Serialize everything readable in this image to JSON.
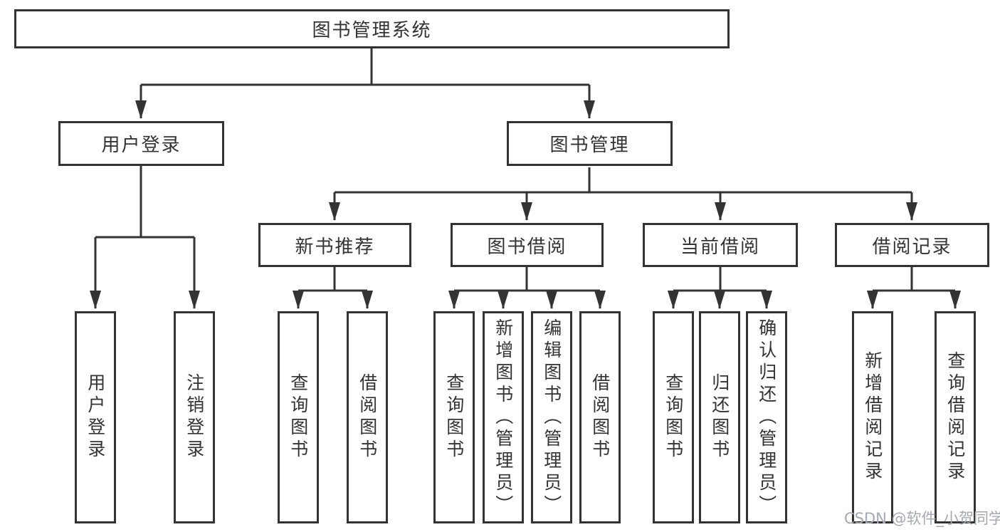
{
  "diagram": {
    "tree": {
      "root": {
        "label": "图书管理系统"
      },
      "branches": [
        {
          "label": "用户登录",
          "children": [
            {
              "label": "用户登录"
            },
            {
              "label": "注销登录"
            }
          ]
        },
        {
          "label": "图书管理",
          "children": [
            {
              "label": "新书推荐",
              "children": [
                {
                  "label": "查询图书"
                },
                {
                  "label": "借阅图书"
                }
              ]
            },
            {
              "label": "图书借阅",
              "children": [
                {
                  "label": "查询图书"
                },
                {
                  "label": "新增图书（管理员）"
                },
                {
                  "label": "编辑图书（管理员）"
                },
                {
                  "label": "借阅图书"
                }
              ]
            },
            {
              "label": "当前借阅",
              "children": [
                {
                  "label": "查询图书"
                },
                {
                  "label": "归还图书"
                },
                {
                  "label": "确认归还（管理员）"
                }
              ]
            },
            {
              "label": "借阅记录",
              "children": [
                {
                  "label": "新增借阅记录"
                },
                {
                  "label": "查询借阅记录"
                }
              ]
            }
          ]
        }
      ]
    },
    "colors": {
      "line": "#333333",
      "box_border": "#333333",
      "text": "#333333",
      "background": "#ffffff",
      "watermark": "#a8a8b2"
    }
  },
  "watermark": {
    "text": "CSDN @软件_小贺同学"
  }
}
